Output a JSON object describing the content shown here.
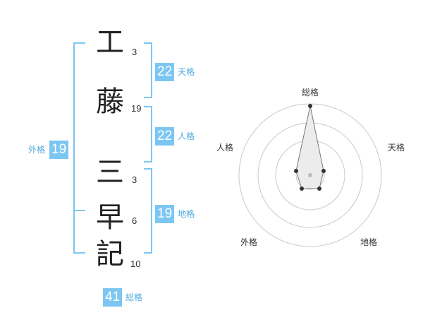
{
  "name": {
    "characters": [
      {
        "char": "工",
        "strokes": "3"
      },
      {
        "char": "藤",
        "strokes": "19"
      },
      {
        "char": "三",
        "strokes": "3"
      },
      {
        "char": "早",
        "strokes": "6"
      },
      {
        "char": "記",
        "strokes": "10"
      }
    ]
  },
  "scores": {
    "tenkaku": {
      "value": "22",
      "label": "天格"
    },
    "jinkaku": {
      "value": "22",
      "label": "人格"
    },
    "chikaku": {
      "value": "19",
      "label": "地格"
    },
    "gaikaku": {
      "value": "19",
      "label": "外格"
    },
    "soukaku": {
      "value": "41",
      "label": "総格"
    }
  },
  "radar": {
    "axes": [
      "総格",
      "天格",
      "地格",
      "外格",
      "人格"
    ],
    "ring_count": 4,
    "colors": {
      "ring": "#c8c8c8",
      "fill": "#ececec",
      "line": "#777777",
      "point": "#333333",
      "center": "#bbbbbb"
    }
  },
  "colors": {
    "accent": "#7cc6f2",
    "label": "#4fa9e0"
  }
}
